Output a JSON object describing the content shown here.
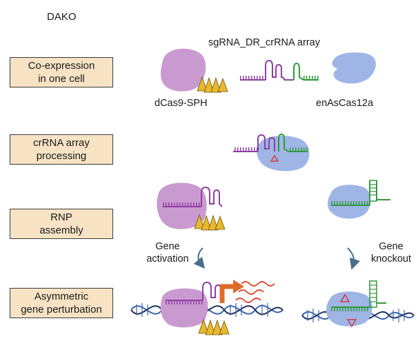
{
  "title": "DAKO",
  "labels": {
    "array": "sgRNA_DR_crRNA array",
    "dcas9": "dCas9-SPH",
    "cas12a": "enAsCas12a",
    "activation_line1": "Gene",
    "activation_line2": "activation",
    "knockout_line1": "Gene",
    "knockout_line2": "knockout"
  },
  "steps": [
    {
      "line1": "Co-expression",
      "line2": "in one cell"
    },
    {
      "line1": "crRNA array",
      "line2": "processing"
    },
    {
      "line1": "RNP",
      "line2": "assembly"
    },
    {
      "line1": "Asymmetric",
      "line2": "gene perturbation"
    }
  ],
  "colors": {
    "box_fill": "#f7e3c4",
    "dcas9": "#c99ad0",
    "cas12a": "#9fb5e6",
    "sgrna": "#8e3fa3",
    "crrna": "#2f9a3a",
    "activator": "#e8b92c",
    "dna_blue": "#3b66b0",
    "dna_dark": "#1f2f5e",
    "transcript": "#e0442a",
    "cut_mark": "#d43a3a"
  }
}
